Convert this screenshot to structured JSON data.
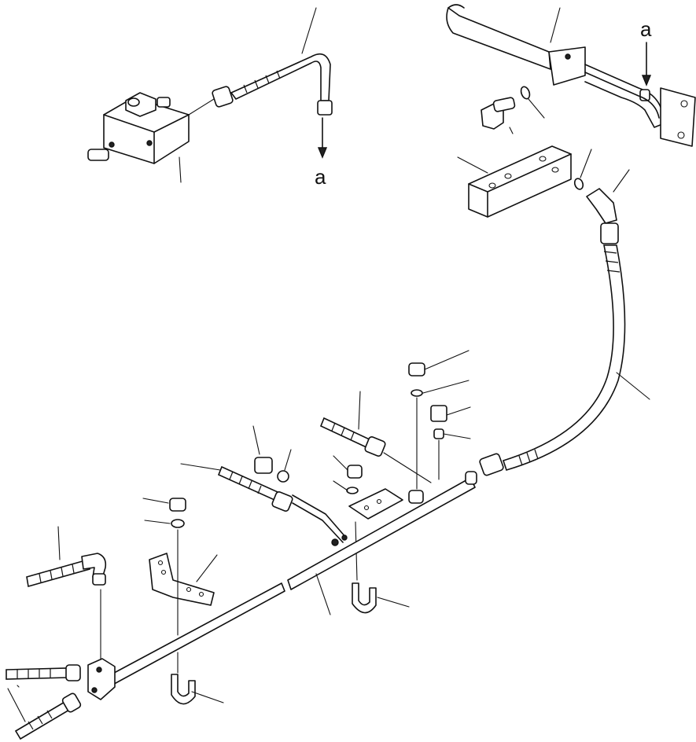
{
  "diagram": {
    "connector_labels": [
      {
        "id": "a-top",
        "text": "a"
      },
      {
        "id": "a-left",
        "text": "a"
      }
    ]
  }
}
